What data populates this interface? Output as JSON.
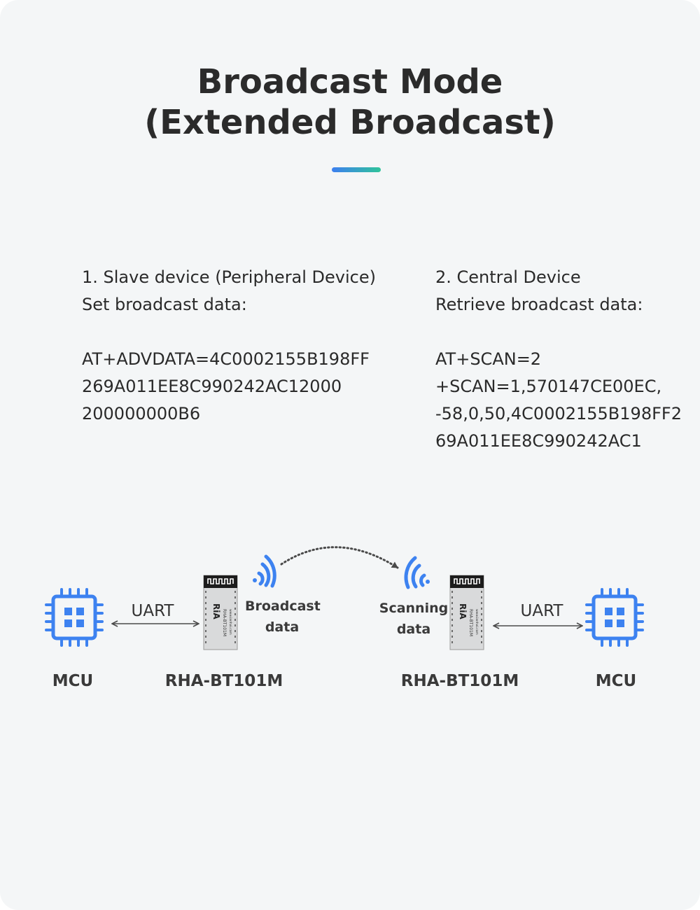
{
  "title": {
    "line1": "Broadcast Mode",
    "line2": "(Extended Broadcast)"
  },
  "slave": {
    "heading": "1. Slave device (Peripheral Device)",
    "subheading": "Set broadcast data:",
    "code_lines": [
      "AT+ADVDATA=4C0002155B198FF",
      "269A011EE8C990242AC12000",
      "200000000B6"
    ]
  },
  "central": {
    "heading": "2. Central Device",
    "subheading": "Retrieve broadcast data:",
    "code_lines": [
      "AT+SCAN=2",
      "+SCAN=1,570147CE00EC,",
      "-58,0,50,4C0002155B198FF2",
      "69A011EE8C990242AC1"
    ]
  },
  "diagram": {
    "mcu_left_label": "MCU",
    "uart_left_label": "UART",
    "module_left_label": "RHA-BT101M",
    "broadcast_label_1": "Broadcast",
    "broadcast_label_2": "data",
    "scanning_label_1": "Scanning",
    "scanning_label_2": "data",
    "module_right_label": "RHA-BT101M",
    "uart_right_label": "UART",
    "mcu_right_label": "MCU",
    "module_chip_model": "RHA-BT101M",
    "module_chip_url": "www.ianhai.com",
    "module_logo": "RiA",
    "icon_color": "#3d82f0"
  }
}
